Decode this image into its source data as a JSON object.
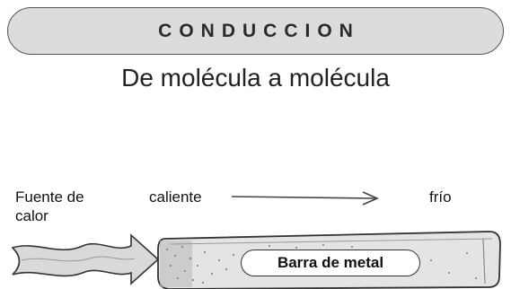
{
  "header": {
    "title": "CONDUCCION",
    "subtitle": "De molécula a molécula"
  },
  "diagram": {
    "heat_source_label": "Fuente de calor",
    "hot_label": "caliente",
    "cold_label": "frío",
    "bar_label": "Barra de metal"
  },
  "colors": {
    "banner_fill": "#dcdcdc",
    "bar_fill": "#e4e4e4",
    "arrow_fill": "#d9d9d9",
    "stroke": "#333333"
  }
}
